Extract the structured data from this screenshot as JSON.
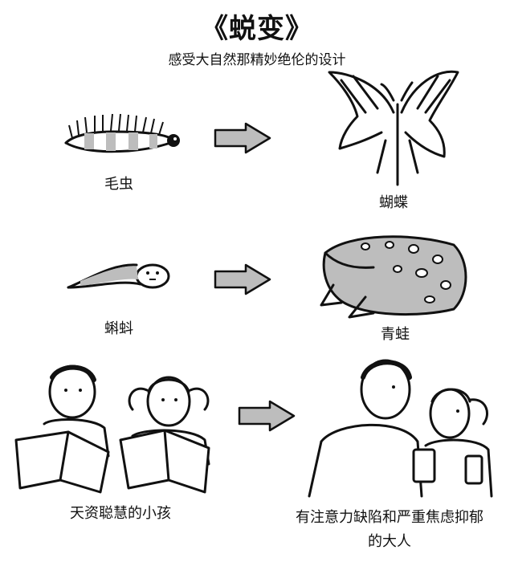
{
  "title": "《蜕变》",
  "subtitle": "感受大自然那精妙绝伦的设计",
  "rows": [
    {
      "from_label": "毛虫",
      "to_label": "蝴蝶"
    },
    {
      "from_label": "蝌蚪",
      "to_label": "青蛙"
    },
    {
      "from_label": "天资聪慧的小孩",
      "to_label_line1": "有注意力缺陷和严重焦虑抑郁",
      "to_label_line2": "的大人"
    }
  ],
  "icons": {
    "arrow": "right-arrow-icon"
  },
  "colors": {
    "ink": "#111111",
    "gray": "#bdbdbd",
    "background": "#ffffff"
  }
}
